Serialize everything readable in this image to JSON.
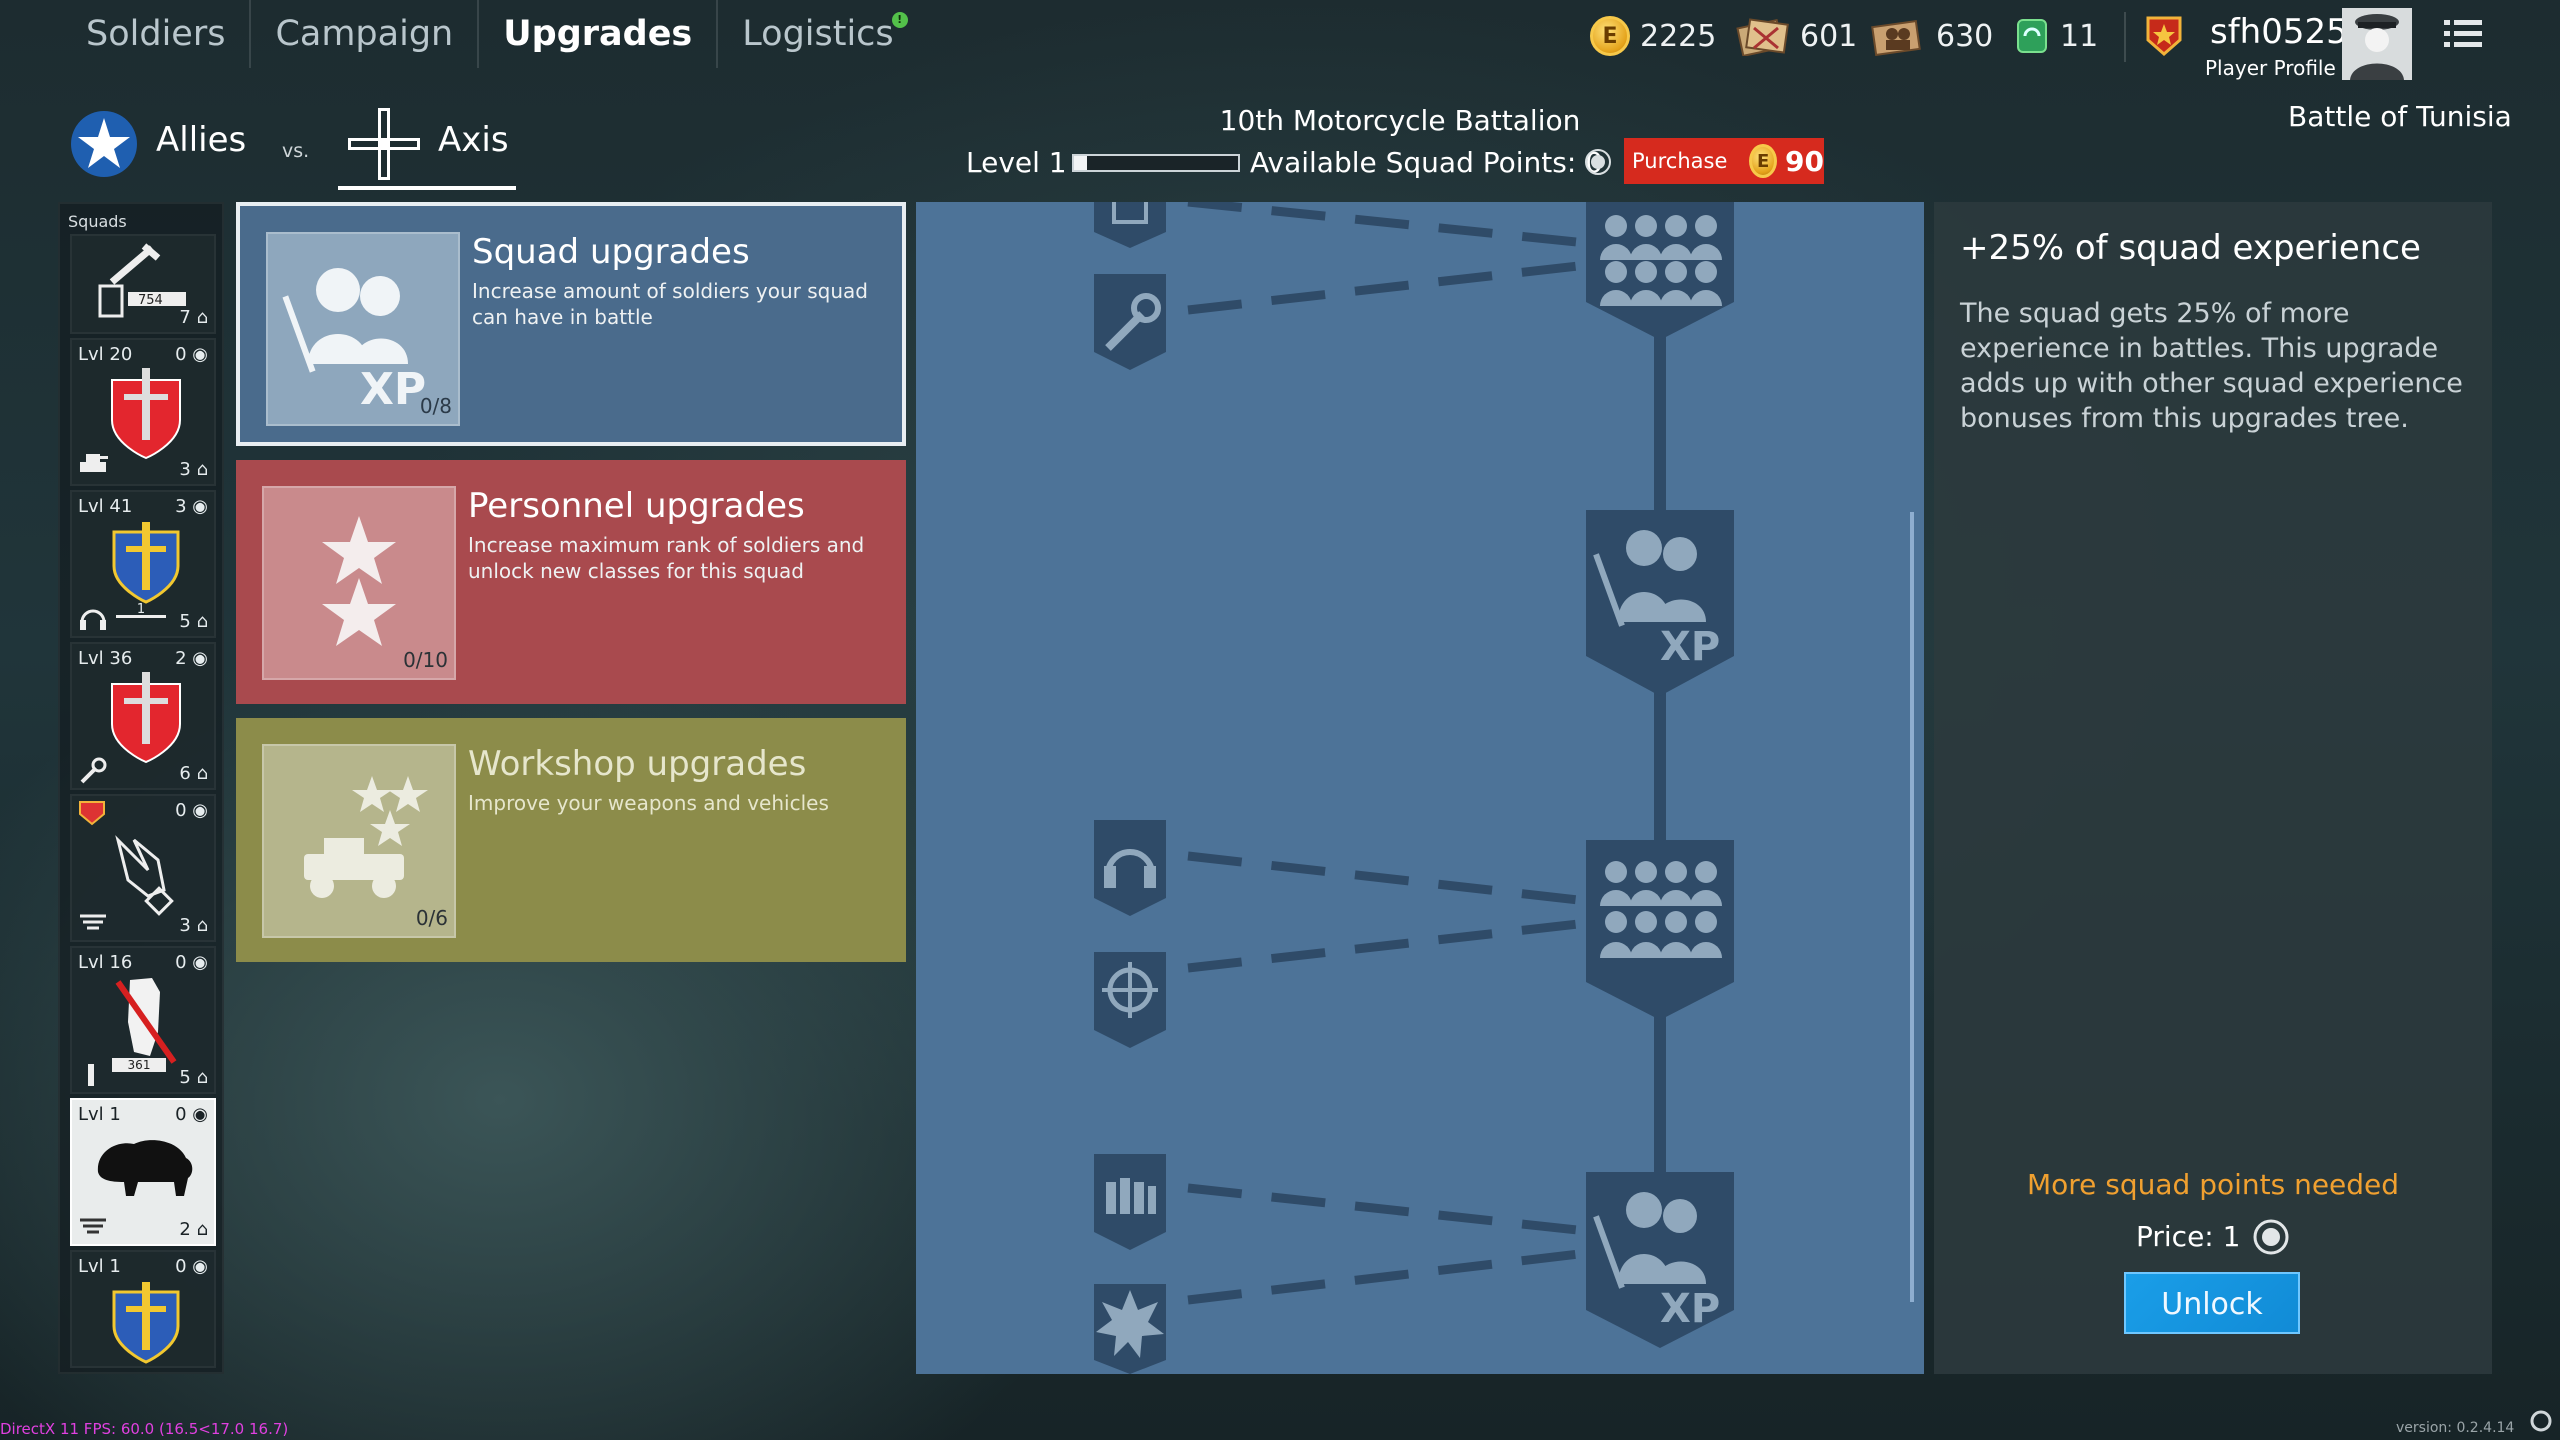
{
  "nav": {
    "tabs": [
      "Soldiers",
      "Campaign",
      "Upgrades",
      "Logistics"
    ],
    "active": "Upgrades",
    "logistics_badge": "!"
  },
  "resources": {
    "gold": "2225",
    "tickets_1": "601",
    "tickets_2": "630",
    "boosters": "11"
  },
  "profile": {
    "name": "sfh0525",
    "subtitle": "Player Profile"
  },
  "factions": {
    "allies": "Allies",
    "vs": "vs.",
    "axis": "Axis"
  },
  "battalion": {
    "name": "10th Motorcycle Battalion",
    "level_label": "Level 1",
    "points_label": "Available Squad Points: 0",
    "purchase_label": "Purchase",
    "purchase_price": "90",
    "level_progress": 0.08
  },
  "campaign": "Battle of Tunisia",
  "squads": {
    "header": "Squads",
    "items": [
      {
        "level": "",
        "points": "",
        "count": "7",
        "sub": "754"
      },
      {
        "level": "Lvl 20",
        "points": "0",
        "count": "3",
        "sub": ""
      },
      {
        "level": "Lvl 41",
        "points": "3",
        "count": "5",
        "sub": "1"
      },
      {
        "level": "Lvl 36",
        "points": "2",
        "count": "6",
        "sub": ""
      },
      {
        "level": "",
        "points": "0",
        "count": "3",
        "sub": ""
      },
      {
        "level": "Lvl 16",
        "points": "0",
        "count": "5",
        "sub": "361"
      },
      {
        "level": "Lvl 1",
        "points": "0",
        "count": "2",
        "sub": ""
      },
      {
        "level": "Lvl 1",
        "points": "0",
        "count": "",
        "sub": ""
      }
    ]
  },
  "upgrade_categories": [
    {
      "title": "Squad upgrades",
      "desc": "Increase amount of soldiers your squad can have in battle",
      "progress": "0/8"
    },
    {
      "title": "Personnel upgrades",
      "desc": "Increase maximum rank of soldiers and unlock new classes for this squad",
      "progress": "0/10"
    },
    {
      "title": "Workshop upgrades",
      "desc": "Improve your weapons and vehicles",
      "progress": "0/6"
    }
  ],
  "detail": {
    "title": "+25% of squad experience",
    "body": "The squad gets 25% of more experience in battles. This upgrade adds up with other squad experience bonuses from this upgrades tree.",
    "warning": "More squad points needed",
    "price_label": "Price: 1",
    "unlock_label": "Unlock"
  },
  "debug": {
    "fps": "DirectX 11 FPS: 60.0 (16.5<17.0 16.7)",
    "version": "version: 0.2.4.14"
  },
  "colors": {
    "squad_card": "#4a6b8c",
    "personnel_card": "#a94a4e",
    "workshop_card": "#8c8c4a",
    "tree_bg": "#4d7398",
    "accent_orange": "#f0a030",
    "purchase_red": "#d62a1e"
  }
}
